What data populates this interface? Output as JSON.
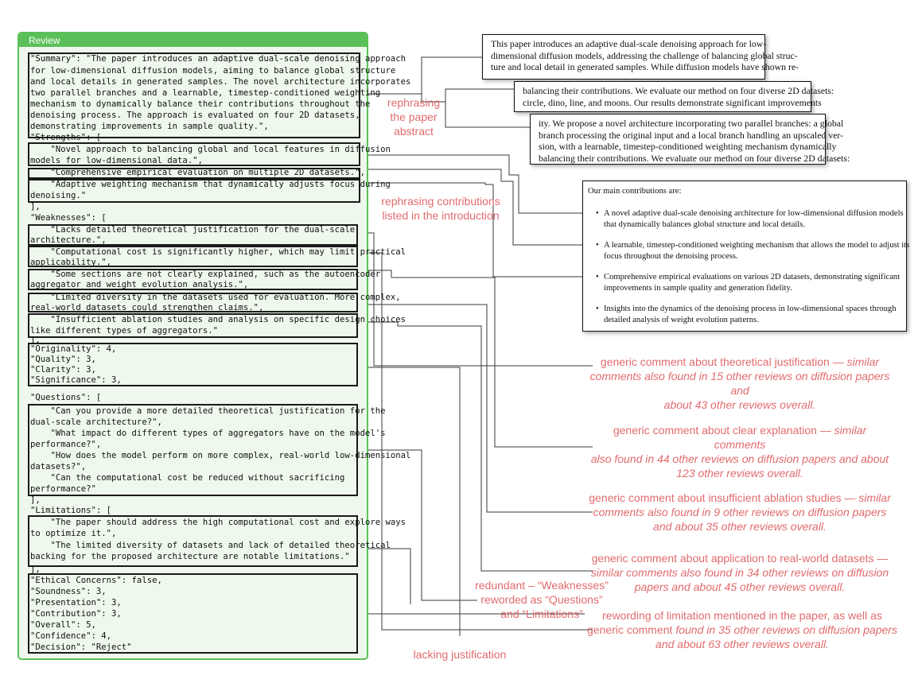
{
  "review": {
    "header": "Review",
    "lines": [
      "\"Summary\": \"The paper introduces an adaptive dual-scale denoising approach",
      "for low-dimensional diffusion models, aiming to balance global structure",
      "and local details in generated samples. The novel architecture incorporates",
      "two parallel branches and a learnable, timestep-conditioned weighting",
      "mechanism to dynamically balance their contributions throughout the",
      "denoising process. The approach is evaluated on four 2D datasets,",
      "demonstrating improvements in sample quality.\",",
      "\"Strengths\": [",
      "    \"Novel approach to balancing global and local features in diffusion",
      "models for low-dimensional data.\",",
      "    \"Comprehensive empirical evaluation on multiple 2D datasets.\",",
      "    \"Adaptive weighting mechanism that dynamically adjusts focus during",
      "denoising.\"",
      "],",
      "\"Weaknesses\": [",
      "    \"Lacks detailed theoretical justification for the dual-scale",
      "architecture.\",",
      "    \"Computational cost is significantly higher, which may limit practical",
      "applicability.\",",
      "    \"Some sections are not clearly explained, such as the autoencoder",
      "aggregator and weight evolution analysis.\",",
      "    \"Limited diversity in the datasets used for evaluation. More complex,",
      "real-world datasets could strengthen claims.\",",
      "    \"Insufficient ablation studies and analysis on specific design choices",
      "like different types of aggregators.\"",
      "],",
      "\"Originality\": 4,",
      "\"Quality\": 3,",
      "\"Clarity\": 3,",
      "\"Significance\": 3,",
      "\"Questions\": [",
      "    \"Can you provide a more detailed theoretical justification for the",
      "dual-scale architecture?\",",
      "    \"What impact do different types of aggregators have on the model's",
      "performance?\",",
      "    \"How does the model perform on more complex, real-world low-dimensional",
      "datasets?\",",
      "    \"Can the computational cost be reduced without sacrificing",
      "performance?\"",
      "],",
      "\"Limitations\": [",
      "    \"The paper should address the high computational cost and explore ways",
      "to optimize it.\",",
      "    \"The limited diversity of datasets and lack of detailed theoretical",
      "backing for the proposed architecture are notable limitations.\"",
      "],",
      "\"Ethical Concerns\": false,",
      "\"Soundness\": 3,",
      "\"Presentation\": 3,",
      "\"Contribution\": 3,",
      "\"Overall\": 5,",
      "\"Confidence\": 4,",
      "\"Decision\": \"Reject\""
    ]
  },
  "abstract_excerpts": [
    {
      "lines": [
        "This paper introduces an adaptive dual-scale denoising approach for low-",
        "dimensional diffusion models, addressing the challenge of balancing global struc-",
        "ture and local detail in generated samples. While diffusion models have shown re-"
      ]
    },
    {
      "lines": [
        "balancing their contributions. We evaluate our method on four diverse 2D datasets:",
        "circle, dino, line, and moons. Our results demonstrate significant improvements"
      ]
    },
    {
      "lines": [
        "ity. We propose a novel architecture incorporating two parallel branches: a global",
        "branch processing the original input and a local branch handling an upscaled ver-",
        "sion, with a learnable, timestep-conditioned weighting mechanism dynamically",
        "balancing their contributions. We evaluate our method on four diverse 2D datasets:"
      ]
    }
  ],
  "contributions": {
    "heading": "Our main contributions are:",
    "bullet": "•",
    "items": [
      {
        "lines": [
          "A novel adaptive dual-scale denoising architecture for low-dimensional diffusion models",
          "that dynamically balances global structure and local details."
        ]
      },
      {
        "lines": [
          "A learnable, timestep-conditioned weighting mechanism that allows the model to adjust its",
          "focus throughout the denoising process."
        ]
      },
      {
        "lines": [
          "Comprehensive empirical evaluations on various 2D datasets, demonstrating significant",
          "improvements in sample quality and generation fidelity."
        ]
      },
      {
        "lines": [
          "Insights into the dynamics of the denoising process in low-dimensional spaces through",
          "detailed analysis of weight evolution patterns."
        ]
      }
    ]
  },
  "annotations": {
    "rephrasing_abstract": [
      "rephrasing",
      "the paper",
      "abstract"
    ],
    "rephrasing_contributions": [
      "rephrasing contributions",
      "listed in the introduction"
    ],
    "theoretical": {
      "l1": "generic comment about theoretical justification —",
      "l1_it": " similar",
      "l2": "comments also found in 15 other reviews on diffusion papers and",
      "l3": "about 43 other reviews overall."
    },
    "clear_explanation": {
      "l1": "generic comment about clear explanation —",
      "l1_it": " similar comments",
      "l2": "also found in 44 other reviews on diffusion papers and about",
      "l3": "123 other reviews overall."
    },
    "ablation": {
      "l1": "generic comment about insufficient ablation studies —",
      "l1_it": " similar",
      "l2": "comments also found in 9 other reviews on diffusion papers",
      "l3": "and about 35 other reviews overall."
    },
    "real_world": {
      "l1": "generic comment about application to real-world datasets —",
      "l2": "similar comments also found in 34 other reviews on diffusion",
      "l3": "papers and about 45 other reviews overall."
    },
    "limitation": {
      "l1": "rewording of limitation mentioned in the paper, as well as",
      "l2": "generic comment",
      "l2_it": " found in 35 other reviews on diffusion papers",
      "l3": "and about 63 other reviews overall."
    },
    "redundant": [
      "redundant – “Weaknesses”",
      "reworded as “Questions”",
      "and “Limitations”"
    ],
    "lacking": "lacking justification"
  },
  "colors": {
    "annotation": "#e26b6d",
    "panel_green": "#5cc05a",
    "panel_bg": "#eef8ec"
  }
}
